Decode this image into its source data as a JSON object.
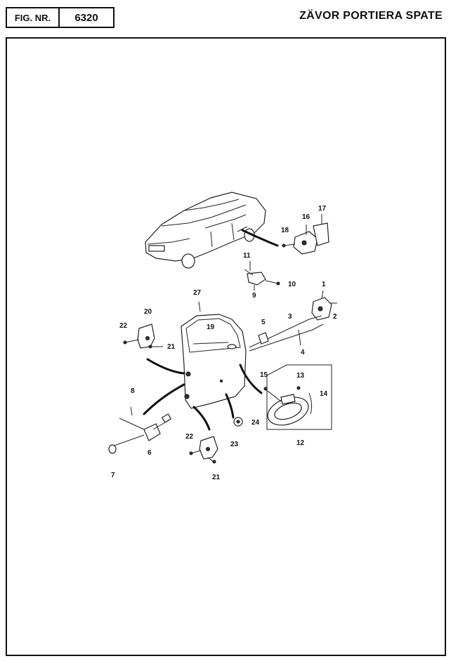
{
  "header": {
    "fig_label": "FIG. NR.",
    "fig_number": "6320",
    "title": "ZÄVOR PORTIERA SPATE"
  },
  "callouts": {
    "c1": "1",
    "c2": "2",
    "c3": "3",
    "c4": "4",
    "c5": "5",
    "c6": "6",
    "c7": "7",
    "c8": "8",
    "c9": "9",
    "c10": "10",
    "c11": "11",
    "c12": "12",
    "c13": "13",
    "c14": "14",
    "c15": "15",
    "c16": "16",
    "c17": "17",
    "c18": "18",
    "c19": "19",
    "c20": "20",
    "c21a": "21",
    "c21b": "21",
    "c22a": "22",
    "c22b": "22",
    "c23": "23",
    "c24": "24",
    "c27": "27"
  }
}
